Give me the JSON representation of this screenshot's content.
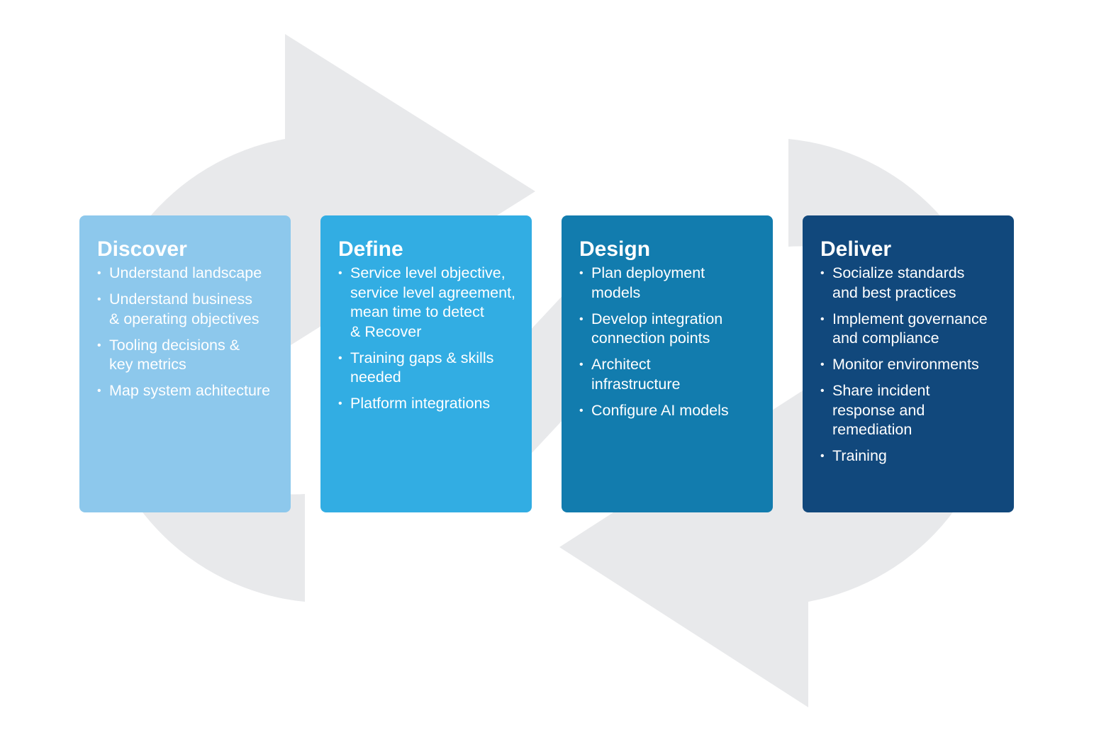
{
  "colors": {
    "background": "#ffffff",
    "cycle_arrows": "#e8e9eb",
    "text": "#ffffff"
  },
  "stages": [
    {
      "title": "Discover",
      "color": "#8dc8ec",
      "items": [
        "Understand landscape",
        "Understand business\n& operating objectives",
        "Tooling decisions &\nkey metrics",
        "Map system achitecture"
      ]
    },
    {
      "title": "Define",
      "color": "#32ade3",
      "items": [
        "Service level objective,\nservice level agreement,\nmean time to detect\n& Recover",
        "Training gaps & skills\nneeded",
        "Platform integrations"
      ]
    },
    {
      "title": "Design",
      "color": "#127cae",
      "items": [
        "Plan deployment\nmodels",
        "Develop integration\nconnection points",
        "Architect\ninfrastructure",
        "Configure AI models"
      ]
    },
    {
      "title": "Deliver",
      "color": "#11487c",
      "items": [
        "Socialize standards\nand best practices",
        "Implement governance\nand compliance",
        "Monitor environments",
        "Share incident\nresponse and\nremediation",
        "Training"
      ]
    }
  ]
}
